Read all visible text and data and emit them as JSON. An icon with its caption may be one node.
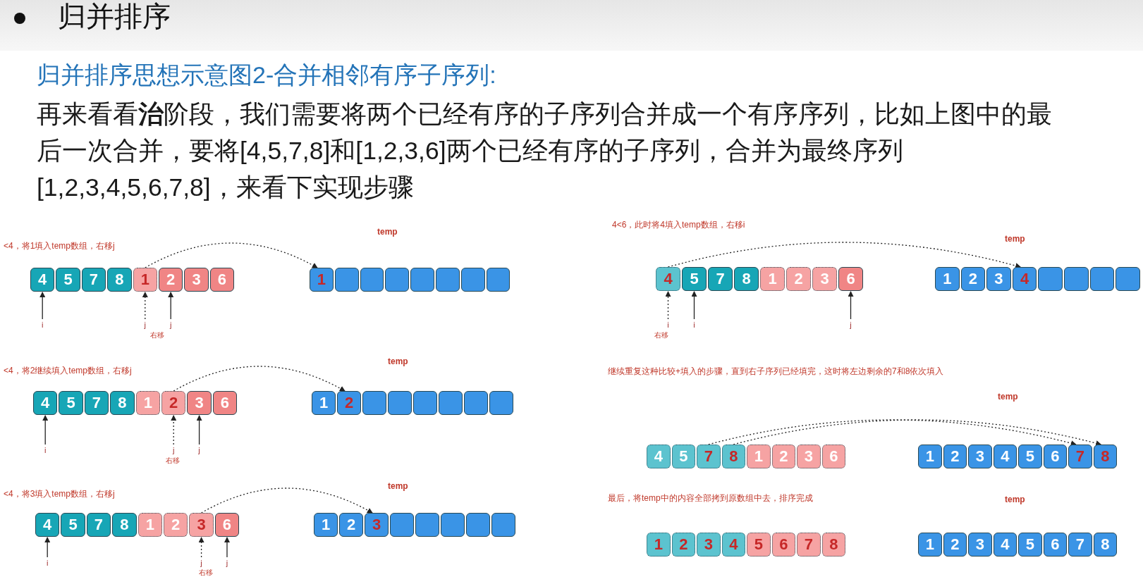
{
  "diagram": {
    "title": "归并排序",
    "nodes": [
      {
        "text": [
          "4"
        ]
      },
      {
        "text": [
          "5"
        ]
      },
      {
        "text": [
          "7"
        ]
      },
      {
        "text": [
          "8"
        ]
      },
      {
        "text": [
          "1"
        ]
      },
      {
        "text": [
          "2"
        ]
      },
      {
        "text": [
          "3"
        ]
      },
      {
        "text": [
          "6"
        ]
      },
      {
        "text": [
          "1"
        ]
      },
      {
        "text": [],
        "shape": "box"
      },
      {
        "text": [],
        "shape": "box"
      },
      {
        "text": [],
        "shape": "box"
      },
      {
        "text": [],
        "shape": "box"
      },
      {
        "text": [],
        "shape": "box"
      },
      {
        "text": [],
        "shape": "box"
      },
      {
        "text": [],
        "shape": "box"
      },
      {
        "text": [
          "i"
        ]
      },
      {
        "text": [
          "j"
        ]
      },
      {
        "text": [
          "j"
        ]
      },
      {
        "text": [
          "4"
        ]
      },
      {
        "text": [
          "5"
        ]
      },
      {
        "text": [
          "7"
        ]
      },
      {
        "text": [
          "8"
        ]
      },
      {
        "text": [
          "1"
        ]
      },
      {
        "text": [
          "2"
        ]
      },
      {
        "text": [
          "3"
        ]
      },
      {
        "text": [
          "6"
        ]
      },
      {
        "text": [
          "1"
        ]
      },
      {
        "text": [
          "2"
        ]
      },
      {
        "text": [],
        "shape": "box"
      },
      {
        "text": [],
        "shape": "box"
      },
      {
        "text": [],
        "shape": "box"
      },
      {
        "text": [],
        "shape": "box"
      },
      {
        "text": [],
        "shape": "box"
      },
      {
        "text": [],
        "shape": "box"
      },
      {
        "text": [
          "i"
        ]
      },
      {
        "text": [
          "j"
        ]
      },
      {
        "text": [
          "j"
        ]
      },
      {
        "text": [
          "4"
        ]
      },
      {
        "text": [
          "5"
        ]
      },
      {
        "text": [
          "7"
        ]
      },
      {
        "text": [
          "8"
        ]
      },
      {
        "text": [
          "1"
        ]
      },
      {
        "text": [
          "2"
        ]
      },
      {
        "text": [
          "3"
        ]
      },
      {
        "text": [
          "6"
        ]
      },
      {
        "text": [
          "1"
        ]
      },
      {
        "text": [
          "2"
        ]
      },
      {
        "text": [
          "3"
        ]
      },
      {
        "text": [],
        "shape": "box"
      },
      {
        "text": [],
        "shape": "box"
      },
      {
        "text": [],
        "shape": "box"
      },
      {
        "text": [],
        "shape": "box"
      },
      {
        "text": [],
        "shape": "box"
      },
      {
        "text": [
          "i"
        ]
      },
      {
        "text": [
          "j"
        ]
      },
      {
        "text": [
          "j"
        ]
      },
      {
        "text": [
          "4"
        ]
      },
      {
        "text": [
          "5"
        ]
      },
      {
        "text": [
          "7"
        ]
      },
      {
        "text": [
          "8"
        ]
      },
      {
        "text": [
          "1"
        ]
      },
      {
        "text": [
          "2"
        ]
      },
      {
        "text": [
          "3"
        ]
      },
      {
        "text": [
          "6"
        ]
      },
      {
        "text": [
          "1"
        ]
      },
      {
        "text": [
          "2"
        ]
      },
      {
        "text": [
          "3"
        ]
      },
      {
        "text": [
          "4"
        ]
      },
      {
        "text": [],
        "shape": "box"
      },
      {
        "text": [],
        "shape": "box"
      },
      {
        "text": [],
        "shape": "box"
      },
      {
        "text": [],
        "shape": "box"
      },
      {
        "text": [
          "i"
        ]
      },
      {
        "text": [
          "i"
        ]
      },
      {
        "text": [
          "j"
        ]
      },
      {
        "text": [
          "4"
        ]
      },
      {
        "text": [
          "5"
        ]
      },
      {
        "text": [
          "7"
        ]
      },
      {
        "text": [
          "8"
        ]
      },
      {
        "text": [
          "1"
        ]
      },
      {
        "text": [
          "2"
        ]
      },
      {
        "text": [
          "3"
        ]
      },
      {
        "text": [
          "6"
        ]
      },
      {
        "text": [
          "1"
        ]
      },
      {
        "text": [
          "2"
        ]
      },
      {
        "text": [
          "3"
        ]
      },
      {
        "text": [
          "4"
        ]
      },
      {
        "text": [
          "5"
        ]
      },
      {
        "text": [
          "6"
        ]
      },
      {
        "text": [
          "7"
        ]
      },
      {
        "text": [
          "8"
        ]
      },
      {
        "text": [
          "1"
        ]
      },
      {
        "text": [
          "2"
        ]
      },
      {
        "text": [
          "3"
        ]
      },
      {
        "text": [
          "4"
        ]
      },
      {
        "text": [
          "5"
        ]
      },
      {
        "text": [
          "6"
        ]
      },
      {
        "text": [
          "7"
        ]
      },
      {
        "text": [
          "8"
        ]
      },
      {
        "text": [
          "1"
        ]
      },
      {
        "text": [
          "2"
        ]
      },
      {
        "text": [
          "3"
        ]
      },
      {
        "text": [
          "4"
        ]
      },
      {
        "text": [
          "5"
        ]
      },
      {
        "text": [
          "6"
        ]
      },
      {
        "text": [
          "7"
        ]
      },
      {
        "text": [
          "8"
        ]
      }
    ],
    "edges": [
      {
        "from": 4,
        "to": 8,
        "arrow": "to",
        "style": "dashed"
      },
      {
        "from": 16,
        "to": 0,
        "arrow": "to"
      },
      {
        "from": 17,
        "to": 4,
        "arrow": "to",
        "style": "dashed"
      },
      {
        "from": 18,
        "to": 5,
        "arrow": "to"
      },
      {
        "from": 24,
        "to": 28,
        "arrow": "to",
        "style": "dashed"
      },
      {
        "from": 35,
        "to": 19,
        "arrow": "to"
      },
      {
        "from": 36,
        "to": 24,
        "arrow": "to",
        "style": "dashed"
      },
      {
        "from": 37,
        "to": 25,
        "arrow": "to"
      },
      {
        "from": 44,
        "to": 48,
        "arrow": "to",
        "style": "dashed"
      },
      {
        "from": 54,
        "to": 38,
        "arrow": "to"
      },
      {
        "from": 55,
        "to": 44,
        "arrow": "to",
        "style": "dashed"
      },
      {
        "from": 56,
        "to": 45,
        "arrow": "to"
      },
      {
        "from": 57,
        "to": 68,
        "arrow": "to",
        "style": "dashed"
      },
      {
        "from": 73,
        "to": 57,
        "arrow": "to",
        "style": "dashed"
      },
      {
        "from": 74,
        "to": 58,
        "arrow": "to"
      },
      {
        "from": 75,
        "to": 64,
        "arrow": "to"
      },
      {
        "from": 78,
        "to": 90,
        "arrow": "to",
        "style": "dashed"
      },
      {
        "from": 79,
        "to": 91,
        "arrow": "to",
        "style": "dashed"
      }
    ],
    "labels": [
      "归并排序思想示意图2-合并相邻有序子序列:",
      "再来看看**治**阶段，我们需要将两个已经有序的子序列合并成一个有序序列，比如上图中的最后一次合并，要将[4,5,7,8]和[1,2,3,6]两个已经有序的子序列，合并为最终序列[1,2,3,4,5,6,7,8]，来看下实现步骤",
      "<4，将1填入temp数组，右移j",
      "temp",
      "右移",
      "<4，将2继续填入temp数组，右移j",
      "temp",
      "右移",
      "<4，将3填入temp数组，右移j",
      "temp",
      "右移",
      "4<6，此时将4填入temp数组，右移i",
      "temp",
      "右移",
      "继续重复这种比较+填入的步骤，直到右子序列已经填完，这时将左边剩余的7和8依次填入",
      "temp",
      "最后，将temp中的内容全部拷到原数组中去，排序完成",
      "temp"
    ]
  }
}
